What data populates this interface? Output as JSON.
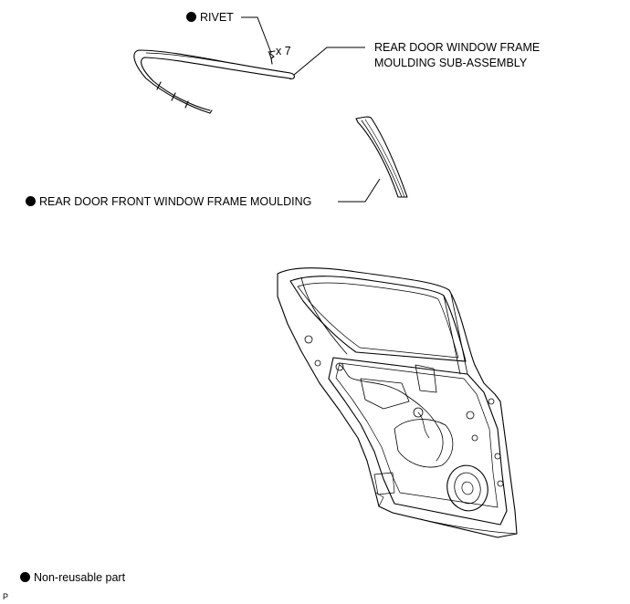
{
  "labels": {
    "rivet": "RIVET",
    "rivet_qty": "x 7",
    "frame_moulding_line1": "REAR DOOR WINDOW FRAME",
    "frame_moulding_line2": "MOULDING SUB-ASSEMBLY",
    "front_moulding": "REAR DOOR FRONT WINDOW FRAME MOULDING"
  },
  "legend": {
    "non_reusable": "Non-reusable part"
  },
  "footer": {
    "code": "P"
  },
  "colors": {
    "ink": "#000000",
    "marker": "#000000",
    "background": "#ffffff"
  }
}
